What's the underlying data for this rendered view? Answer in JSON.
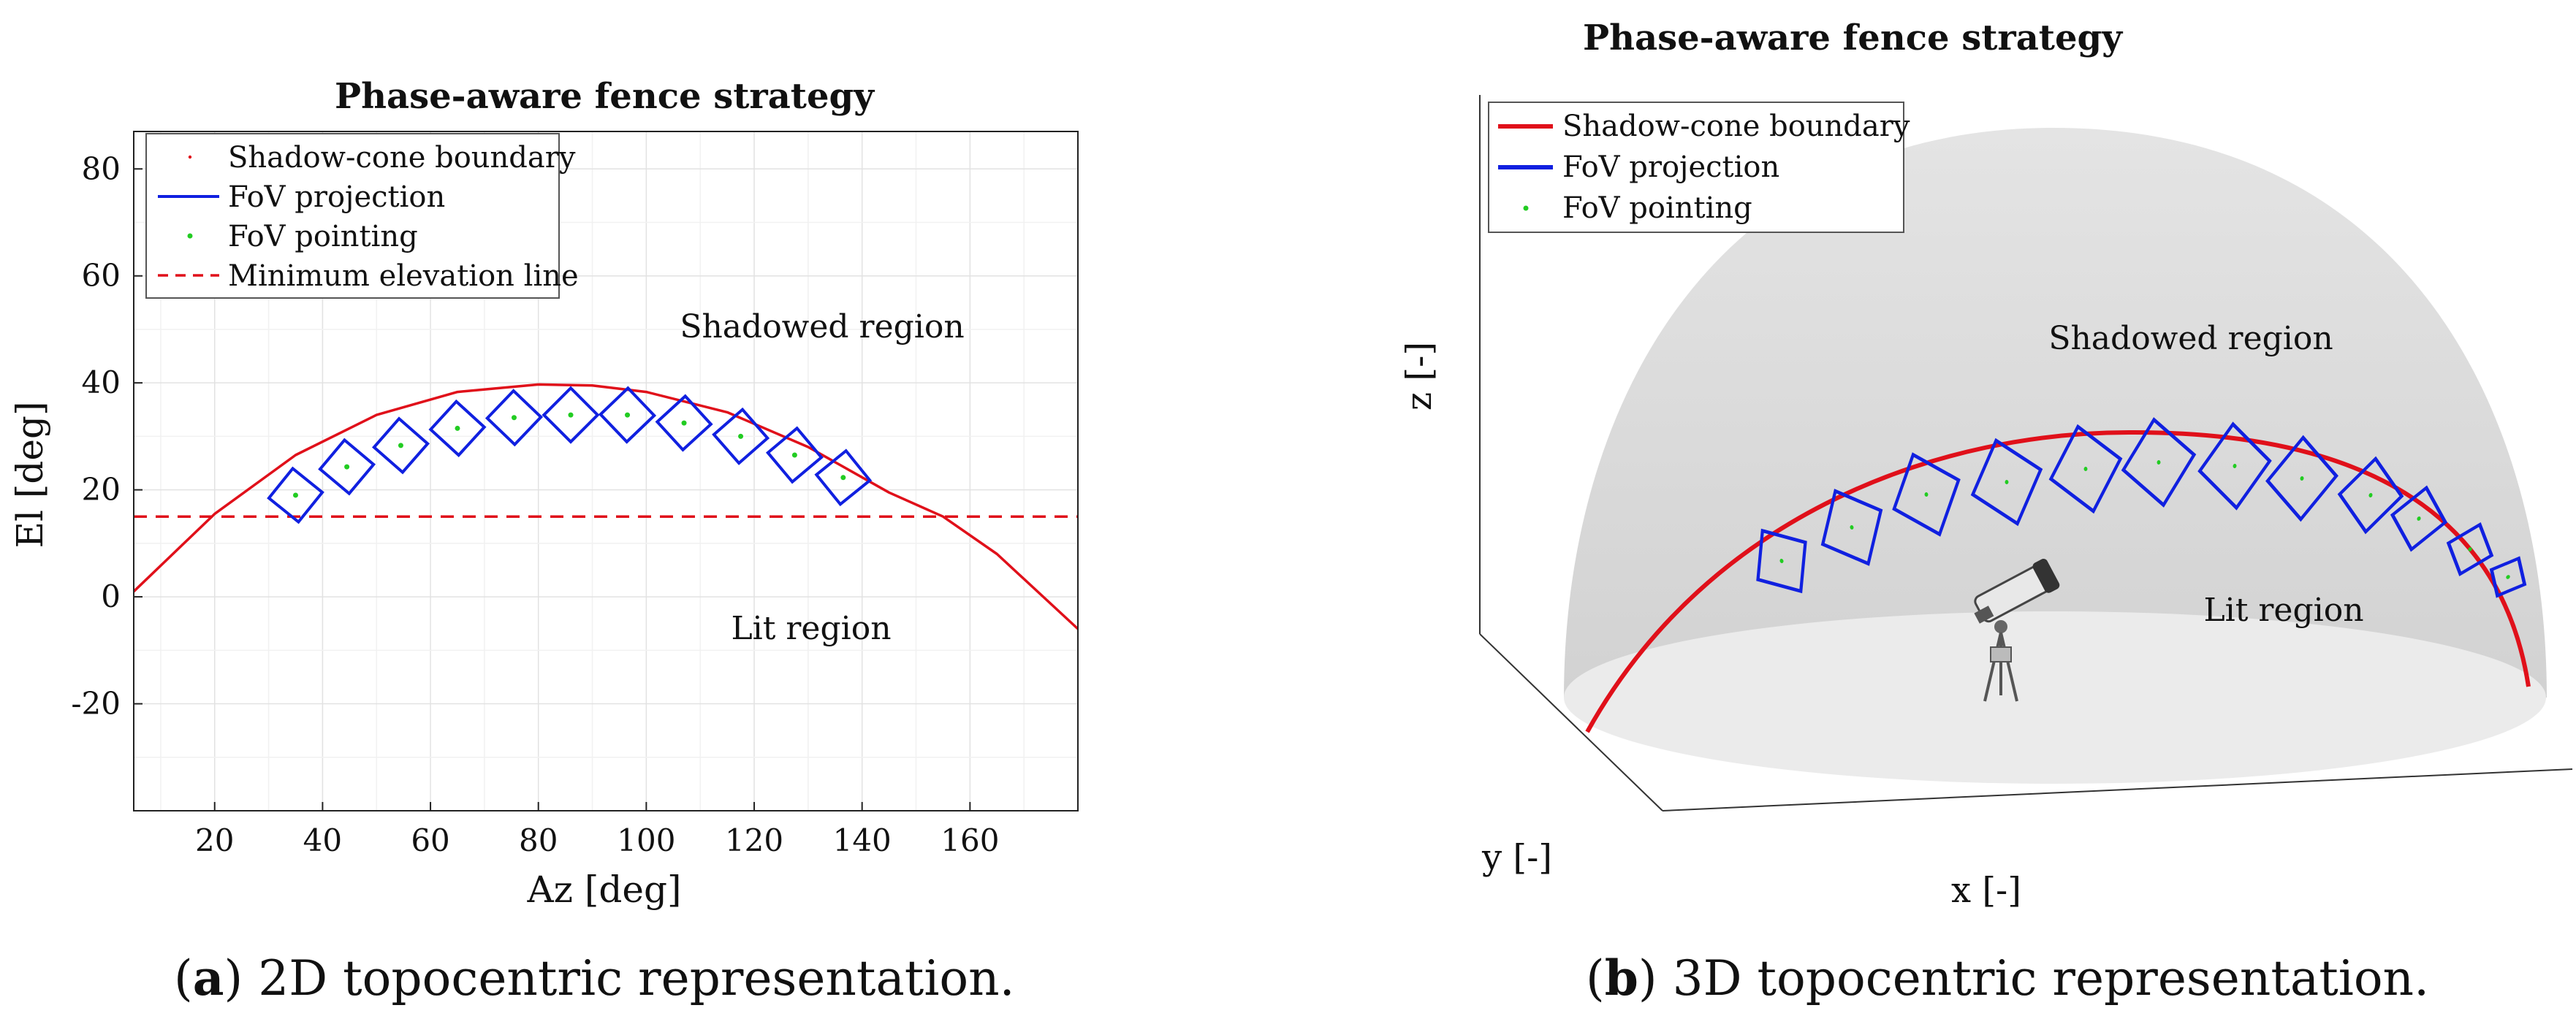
{
  "panels": {
    "a": {
      "title": "Phase-aware fence strategy",
      "caption_label": "a",
      "caption_text": "2D topocentric representation.",
      "region_shadowed": "Shadowed region",
      "region_lit": "Lit region"
    },
    "b": {
      "title": "Phase-aware fence strategy",
      "caption_label": "b",
      "caption_text": "3D topocentric representation.",
      "region_shadowed": "Shadowed region",
      "region_lit": "Lit region",
      "xlabel": "x [-]",
      "ylabel": "y [-]",
      "zlabel": "z [-]",
      "legend": [
        "Shadow-cone boundary",
        "FoV projection",
        "FoV pointing"
      ],
      "telescope_icon": "telescope-icon"
    }
  },
  "colors": {
    "boundary": "#e0101a",
    "fov": "#1020e0",
    "pointing": "#22cc22",
    "min_elev": "#e0101a",
    "dome": "#dcdcdc",
    "ground": "#ebebeb"
  },
  "chart_data": [
    {
      "type": "line",
      "title": "Phase-aware fence strategy",
      "xlabel": "Az [deg]",
      "ylabel": "El [deg]",
      "xlim": [
        5,
        180
      ],
      "ylim": [
        -40,
        87
      ],
      "xticks": [
        20,
        40,
        60,
        80,
        100,
        120,
        140,
        160
      ],
      "yticks": [
        -20,
        0,
        20,
        40,
        60,
        80
      ],
      "grid": true,
      "legend_position": "top-left",
      "series": [
        {
          "name": "Shadow-cone boundary",
          "style": "solid-red",
          "x": [
            5,
            20,
            35,
            50,
            65,
            80,
            90,
            100,
            115,
            130,
            145,
            155,
            165,
            180
          ],
          "y": [
            1,
            15.5,
            26.5,
            34,
            38.3,
            39.7,
            39.5,
            38.3,
            34.5,
            28,
            19.5,
            15,
            8,
            -6
          ]
        },
        {
          "name": "FoV projection",
          "style": "blue-diamonds",
          "x": [
            35,
            44.5,
            54.5,
            65,
            75.5,
            86,
            96.5,
            107,
            117.5,
            127.5,
            136.5
          ],
          "y": [
            19,
            24.3,
            28.3,
            31.5,
            33.5,
            34,
            34,
            32.5,
            30,
            26.5,
            22.3
          ]
        },
        {
          "name": "FoV pointing",
          "style": "green-dots",
          "x": [
            35,
            44.5,
            54.5,
            65,
            75.5,
            86,
            96.5,
            107,
            117.5,
            127.5,
            136.5
          ],
          "y": [
            19,
            24.3,
            28.3,
            31.5,
            33.5,
            34,
            34,
            32.5,
            30,
            26.5,
            22.3
          ]
        },
        {
          "name": "Minimum elevation line",
          "style": "dashed-red",
          "x": [
            5,
            180
          ],
          "y": [
            15,
            15
          ]
        }
      ]
    }
  ]
}
